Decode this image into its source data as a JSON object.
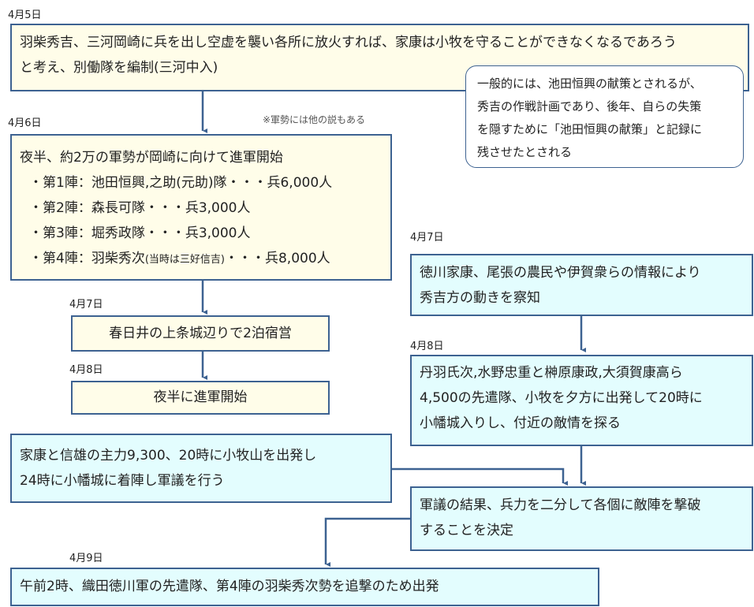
{
  "dates": {
    "d1": "4月5日",
    "d2": "4月6日",
    "d3": "4月7日",
    "d4": "4月8日",
    "d5": "4月7日",
    "d6": "4月8日",
    "d7": "4月9日"
  },
  "note": "※軍勢には他の説もある",
  "box1": {
    "line1": "羽柴秀吉、三河岡崎に兵を出し空虚を襲い各所に放火すれば、家康は小牧を守ることができなくなるであろう",
    "line2": "と考え、別働隊を編制(三河中入)"
  },
  "callout": {
    "line1": "一般的には、池田恒興の献策とされるが、",
    "line2": "秀吉の作戦計画であり、後年、自らの失策",
    "line3": "を隠すために「池田恒興の献策」と記録に",
    "line4": "残させたとされる"
  },
  "box2": {
    "title": "夜半、約2万の軍勢が岡崎に向けて進軍開始",
    "items": [
      {
        "label": "・第1陣：池田恒興,之助(元助)隊・・・兵6,000人"
      },
      {
        "label": "・第2陣：森長可隊・・・兵3,000人"
      },
      {
        "label": "・第3陣：堀秀政隊・・・兵3,000人"
      },
      {
        "label_a": "・第4陣：羽柴秀次",
        "label_small": "(当時は三好信吉)",
        "label_b": "・・・兵8,000人"
      }
    ]
  },
  "box3": "春日井の上条城辺りで2泊宿営",
  "box4": "夜半に進軍開始",
  "box5": {
    "line1": "徳川家康、尾張の農民や伊賀衆らの情報により",
    "line2": "秀吉方の動きを察知"
  },
  "box6": {
    "line1": "丹羽氏次,水野忠重と榊原康政,大須賀康高ら",
    "line2": "4,500の先遣隊、小牧を夕方に出発して20時に",
    "line3": "小幡城入りし、付近の敵情を探る"
  },
  "box7": {
    "line1": "家康と信雄の主力9,300、20時に小牧山を出発し",
    "line2": "24時に小幡城に着陣し軍議を行う"
  },
  "box8": {
    "line1": "軍議の結果、兵力を二分して各個に敵陣を撃破",
    "line2": "することを決定"
  },
  "box9": "午前2時、織田徳川軍の先遣隊、第4陣の羽柴秀次勢を追撃のため出発",
  "colors": {
    "border": "#3d6291",
    "yellow": "#fffde9",
    "blue": "#e3fdfe"
  }
}
